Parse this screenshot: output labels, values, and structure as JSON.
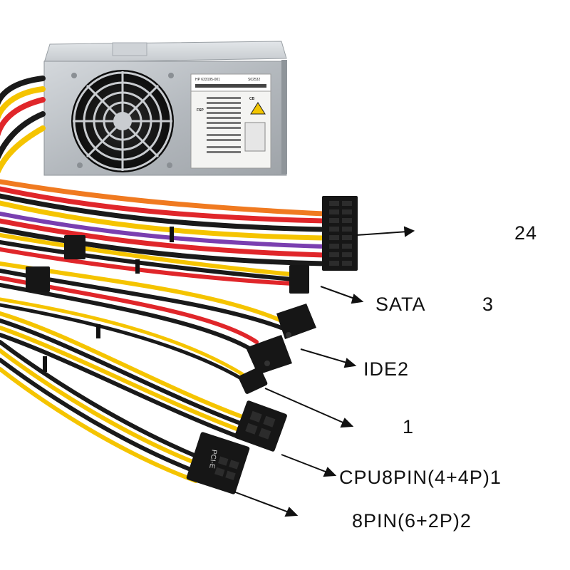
{
  "callouts": {
    "atx24": {
      "count": "24"
    },
    "sata": {
      "name": "SATA",
      "count": "3"
    },
    "ide": {
      "name": "IDE2"
    },
    "floppy": {
      "count": "1"
    },
    "cpu": {
      "name": "CPU8PIN(4+4P)1"
    },
    "pcie": {
      "name": "8PIN(6+2P)2"
    }
  },
  "psu": {
    "label_line1": "HP 633195-001",
    "label_line2": "S02532",
    "label_brand": "FSP",
    "cert_mark": "CB",
    "connector_marking": "PCI-E"
  },
  "colors": {
    "wire_red": "#e0262a",
    "wire_yellow": "#f5c400",
    "wire_black": "#1a1a1a",
    "wire_orange": "#f07a20",
    "wire_purple": "#7a3fb0",
    "housing_silver": "#b7bcc1",
    "connector_black": "#161616"
  }
}
